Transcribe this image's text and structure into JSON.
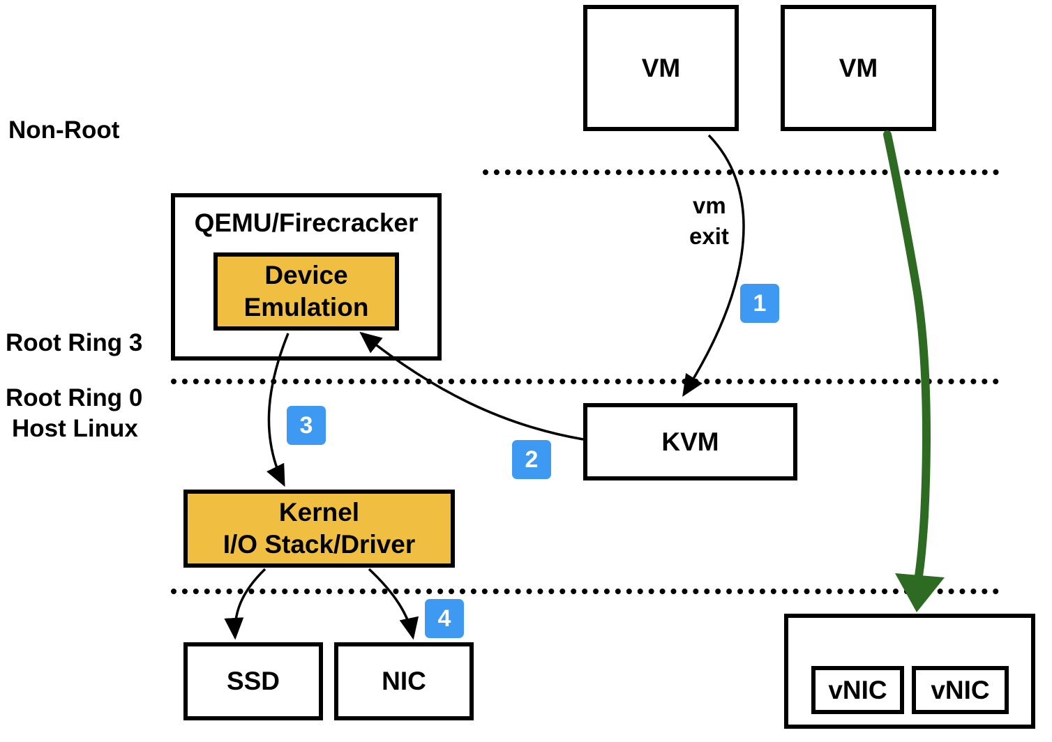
{
  "levels": {
    "non_root": "Non-Root",
    "root_ring3": "Root Ring 3",
    "root_ring0": "Root Ring 0",
    "host_linux": "Host Linux"
  },
  "vms": [
    "VM",
    "VM"
  ],
  "qemu": {
    "title": "QEMU/Firecracker",
    "device_emulation_line1": "Device",
    "device_emulation_line2": "Emulation"
  },
  "kvm": "KVM",
  "kernel": {
    "line1": "Kernel",
    "line2": "I/O Stack/Driver"
  },
  "devices": {
    "ssd": "SSD",
    "nic": "NIC"
  },
  "vnics": [
    "vNIC",
    "vNIC"
  ],
  "vm_exit": {
    "line1": "vm",
    "line2": "exit"
  },
  "steps": [
    "1",
    "2",
    "3",
    "4"
  ],
  "colors": {
    "yellow_fill": "#f0be41",
    "badge_blue": "#3d99f1",
    "passthrough_green": "#2e6b22"
  }
}
